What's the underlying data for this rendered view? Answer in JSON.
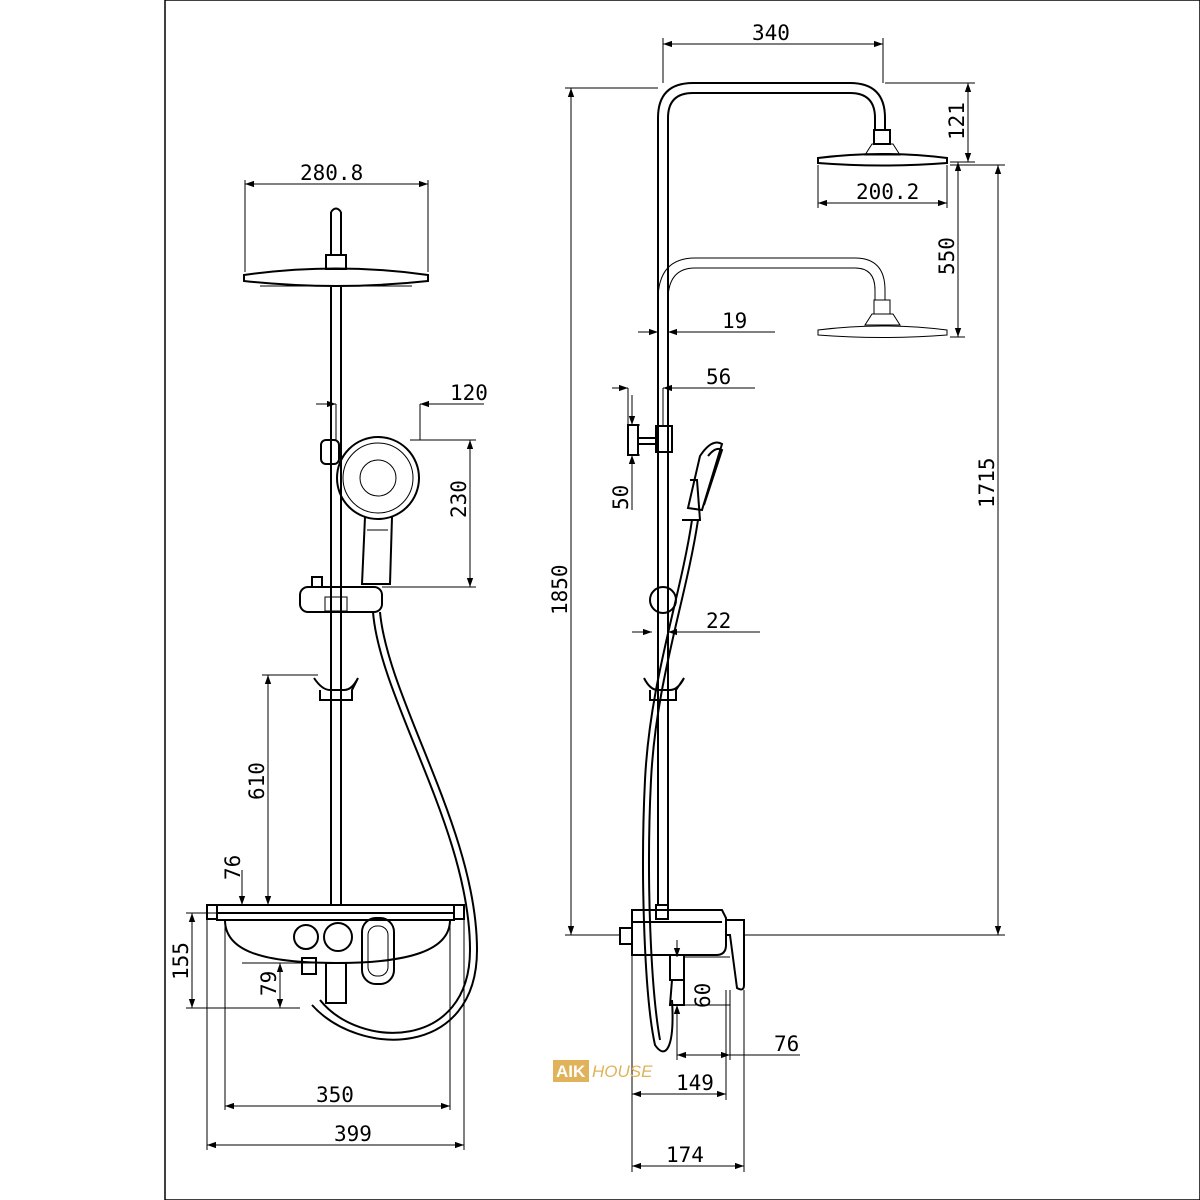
{
  "drawing": {
    "front_view": {
      "dimensions": {
        "rain_head_width": "280.8",
        "hand_shower_offset": "120",
        "hand_shower_height": "230",
        "rail_length": "610",
        "shelf_to_bracket": "76",
        "mixer_height": "155",
        "outlet_height": "79",
        "shelf_width": "350",
        "total_width": "399"
      }
    },
    "side_view": {
      "dimensions": {
        "arm_reach": "340",
        "head_drop": "121",
        "head_diameter": "200.2",
        "head_adjust_range": "550",
        "pipe_diameter": "19",
        "wall_bracket_offset": "56",
        "wall_bracket_height": "50",
        "hose_offset": "22",
        "total_height": "1850",
        "head_height": "1715",
        "outlet_drop": "60",
        "spout_projection": "76",
        "body_depth": "149",
        "overall_depth": "174"
      }
    },
    "watermark": {
      "brand_bold": "AIK",
      "brand_rest": "HOUSE",
      "color": "#e0b25a"
    }
  }
}
